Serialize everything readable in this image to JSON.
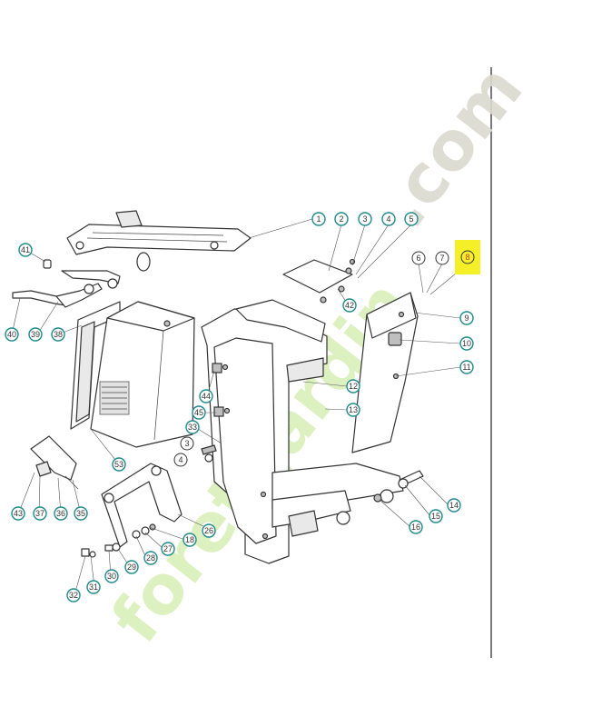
{
  "diagram": {
    "watermark": {
      "site_part": "foret-jardin",
      "dot_com": ".com",
      "color_green": "#d6eeb4",
      "color_orange": "#fde2b4",
      "color_grey": "#d9d9cf"
    },
    "highlight_color": "#f5ef28",
    "callout_color": "#1f8a8a",
    "callouts": [
      {
        "id": "c1",
        "label": "1"
      },
      {
        "id": "c2",
        "label": "2"
      },
      {
        "id": "c3",
        "label": "3"
      },
      {
        "id": "c4",
        "label": "4"
      },
      {
        "id": "c5",
        "label": "5"
      },
      {
        "id": "c6",
        "label": "6"
      },
      {
        "id": "c7",
        "label": "7"
      },
      {
        "id": "c8",
        "label": "8"
      },
      {
        "id": "c9",
        "label": "9"
      },
      {
        "id": "c10",
        "label": "10"
      },
      {
        "id": "c11",
        "label": "11"
      },
      {
        "id": "c12",
        "label": "12"
      },
      {
        "id": "c13",
        "label": "13"
      },
      {
        "id": "c14",
        "label": "14"
      },
      {
        "id": "c15",
        "label": "15"
      },
      {
        "id": "c16",
        "label": "16"
      },
      {
        "id": "c18",
        "label": "18"
      },
      {
        "id": "c26",
        "label": "26"
      },
      {
        "id": "c27",
        "label": "27"
      },
      {
        "id": "c28",
        "label": "28"
      },
      {
        "id": "c29",
        "label": "29"
      },
      {
        "id": "c30",
        "label": "30"
      },
      {
        "id": "c31",
        "label": "31"
      },
      {
        "id": "c32",
        "label": "32"
      },
      {
        "id": "c33",
        "label": "33"
      },
      {
        "id": "c35",
        "label": "35"
      },
      {
        "id": "c36",
        "label": "36"
      },
      {
        "id": "c37",
        "label": "37"
      },
      {
        "id": "c38",
        "label": "38"
      },
      {
        "id": "c39",
        "label": "39"
      },
      {
        "id": "c40",
        "label": "40"
      },
      {
        "id": "c41",
        "label": "41"
      },
      {
        "id": "c42",
        "label": "42"
      },
      {
        "id": "c43",
        "label": "43"
      },
      {
        "id": "c44",
        "label": "44"
      },
      {
        "id": "c45",
        "label": "45"
      },
      {
        "id": "c53",
        "label": "53"
      },
      {
        "id": "c3b",
        "label": "3"
      },
      {
        "id": "c4b",
        "label": "4"
      }
    ]
  }
}
